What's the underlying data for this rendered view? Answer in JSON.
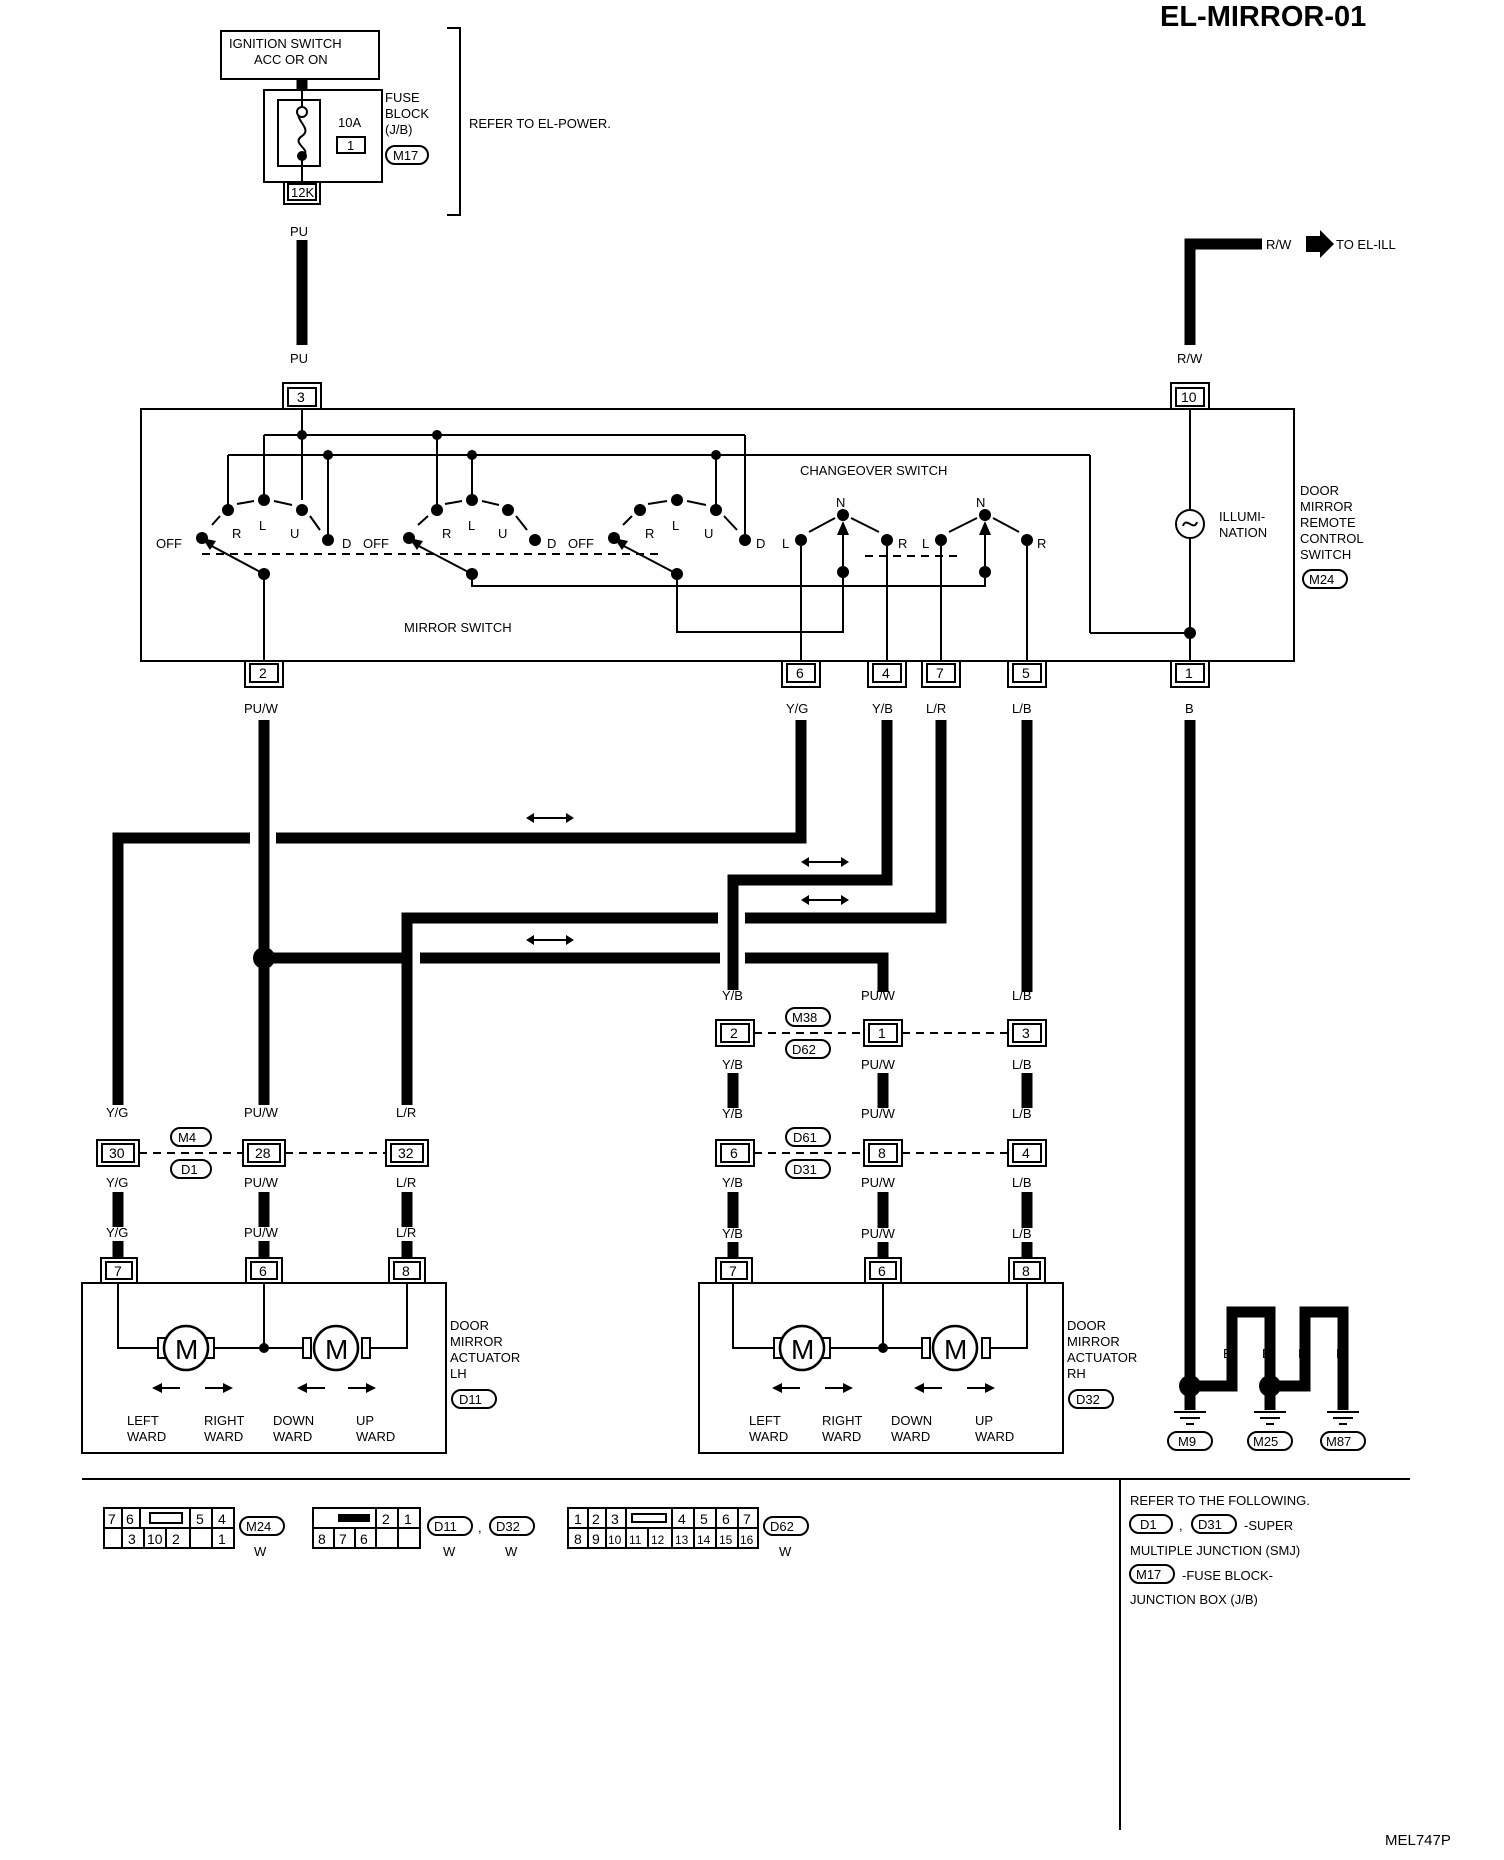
{
  "header": {
    "title": "EL-MIRROR-01",
    "code": "MEL747P"
  },
  "power": {
    "ign_line1": "IGNITION SWITCH",
    "ign_line2": "ACC OR ON",
    "fuse_rating": "10A",
    "fuse_no": "1",
    "fuse_label": [
      "FUSE",
      "BLOCK",
      "(J/B)"
    ],
    "fuse_conn": "M17",
    "fuse_term": "12K",
    "refer": "REFER TO EL-POWER."
  },
  "ill": {
    "wire": "R/W",
    "to": "TO EL-ILL"
  },
  "switch": {
    "changeover": "CHANGEOVER SWITCH",
    "mirror": "MIRROR SWITCH",
    "illum": [
      "ILLUMI-",
      "NATION"
    ],
    "name": [
      "DOOR",
      "MIRROR",
      "REMOTE",
      "CONTROL",
      "SWITCH"
    ],
    "conn": "M24",
    "pos": {
      "off": "OFF",
      "r": "R",
      "l": "L",
      "u": "U",
      "d": "D",
      "n": "N"
    }
  },
  "pins": {
    "p3": "3",
    "p10": "10",
    "p2": "2",
    "p6": "6",
    "p4": "4",
    "p7": "7",
    "p5": "5",
    "p1": "1"
  },
  "wires": {
    "pu": "PU",
    "rw": "R/W",
    "puw": "PU/W",
    "yg": "Y/G",
    "yb": "Y/B",
    "lr": "L/R",
    "lb": "L/B",
    "b": "B"
  },
  "junctions": {
    "lh": {
      "c1": "M4",
      "c2": "D1",
      "pins": [
        "30",
        "28",
        "32"
      ]
    },
    "rh_top": {
      "c1": "M38",
      "c2": "D62",
      "pins": [
        "2",
        "1",
        "3"
      ]
    },
    "rh_mid": {
      "c1": "D61",
      "c2": "D31",
      "pins": [
        "6",
        "8",
        "4"
      ]
    }
  },
  "actuators": {
    "lh": {
      "pins": [
        "7",
        "6",
        "8"
      ],
      "name": [
        "DOOR",
        "MIRROR",
        "ACTUATOR",
        "LH"
      ],
      "conn": "D11"
    },
    "rh": {
      "pins": [
        "7",
        "6",
        "8"
      ],
      "name": [
        "DOOR",
        "MIRROR",
        "ACTUATOR",
        "RH"
      ],
      "conn": "D32"
    },
    "motor": "M",
    "dirs": [
      [
        "LEFT",
        "WARD"
      ],
      [
        "RIGHT",
        "WARD"
      ],
      [
        "DOWN",
        "WARD"
      ],
      [
        "UP",
        "WARD"
      ]
    ]
  },
  "grounds": [
    "M9",
    "M25",
    "M87"
  ],
  "connectors": {
    "m24": {
      "top": [
        "7",
        "6",
        "",
        "5",
        "4"
      ],
      "bot": [
        "",
        "3",
        "10",
        "2",
        "",
        "1"
      ],
      "conn": "M24",
      "color": "W"
    },
    "d11": {
      "top": [
        "",
        "",
        "",
        "2",
        "1"
      ],
      "bot": [
        "8",
        "7",
        "6",
        "",
        ""
      ],
      "conn1": "D11",
      "conn2": "D32",
      "color": "W",
      "sep": ","
    },
    "d62": {
      "top": [
        "1",
        "2",
        "3",
        "",
        "4",
        "5",
        "6",
        "7"
      ],
      "bot": [
        "8",
        "9",
        "10",
        "11",
        "12",
        "13",
        "14",
        "15",
        "16"
      ],
      "conn": "D62",
      "color": "W"
    }
  },
  "notes": {
    "line1": "REFER TO THE FOLLOWING.",
    "c1": "D1",
    "sep": ",",
    "c2": "D31",
    "t1": "-SUPER",
    "line3": "MULTIPLE JUNCTION (SMJ)",
    "c3": "M17",
    "t3": "-FUSE BLOCK-",
    "line5": "JUNCTION BOX (J/B)"
  }
}
